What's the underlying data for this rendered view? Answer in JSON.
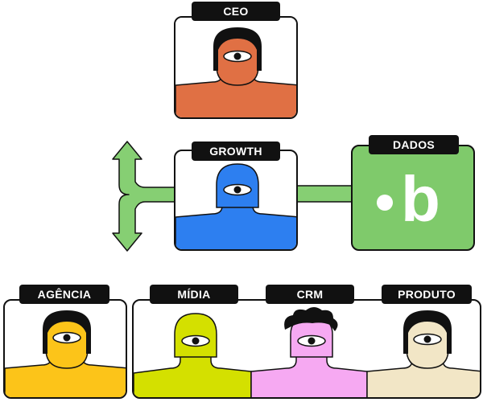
{
  "nodes": {
    "ceo": {
      "label": "CEO",
      "color": "#e07044"
    },
    "growth": {
      "label": "GROWTH",
      "color": "#2d7ff0"
    },
    "dados": {
      "label": "DADOS",
      "color": "#7fca6b",
      "logo": "b"
    },
    "agencia": {
      "label": "AGÊNCIA",
      "color": "#fcc419"
    },
    "midia": {
      "label": "MÍDIA",
      "color": "#d4e000"
    },
    "crm": {
      "label": "CRM",
      "color": "#f6a9f2"
    },
    "produto": {
      "label": "PRODUTO",
      "color": "#f2e6c6"
    }
  },
  "connectors": {
    "color": "#86cf73"
  }
}
